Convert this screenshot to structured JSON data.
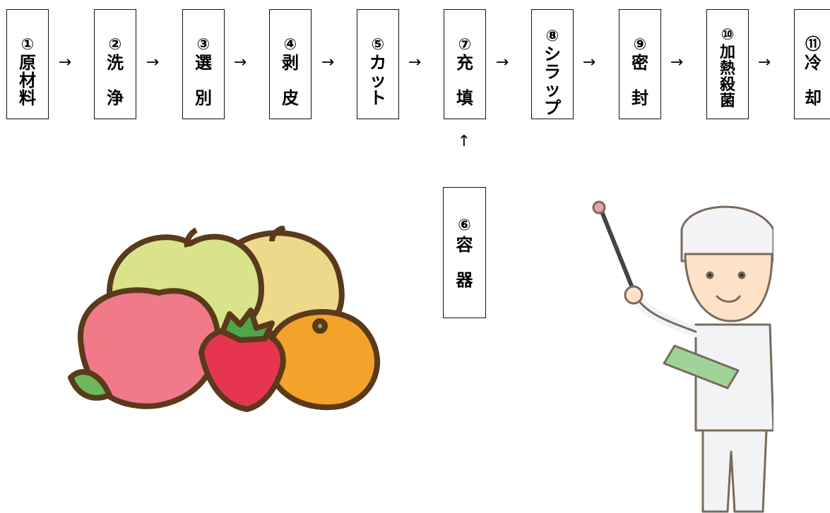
{
  "steps": [
    {
      "num": "①",
      "label": "原\n材\n料"
    },
    {
      "num": "②",
      "label": "洗\n\n浄"
    },
    {
      "num": "③",
      "label": "選\n\n別"
    },
    {
      "num": "④",
      "label": "剥\n\n皮"
    },
    {
      "num": "⑤",
      "label": "カ\nッ\nト"
    },
    {
      "num": "⑦",
      "label": "充\n\n填"
    },
    {
      "num": "⑧",
      "label": "シ\nラ\nッ\nプ"
    },
    {
      "num": "⑨",
      "label": "密\n\n封"
    },
    {
      "num": "⑩",
      "label": "加\n熱\n殺\n菌"
    },
    {
      "num": "⑪",
      "label": "冷\n\n却"
    }
  ],
  "arrow_symbol": "→",
  "side_input": {
    "num": "⑥",
    "label": "容\n\n器",
    "arrow": "↑"
  },
  "colors": {
    "border": "#111111",
    "outline": "#5a3a1a",
    "apple": "#d9e48a",
    "pear": "#ecd98a",
    "peach": "#f07a8a",
    "strawberry": "#e63550",
    "orange": "#f3a32a"
  }
}
